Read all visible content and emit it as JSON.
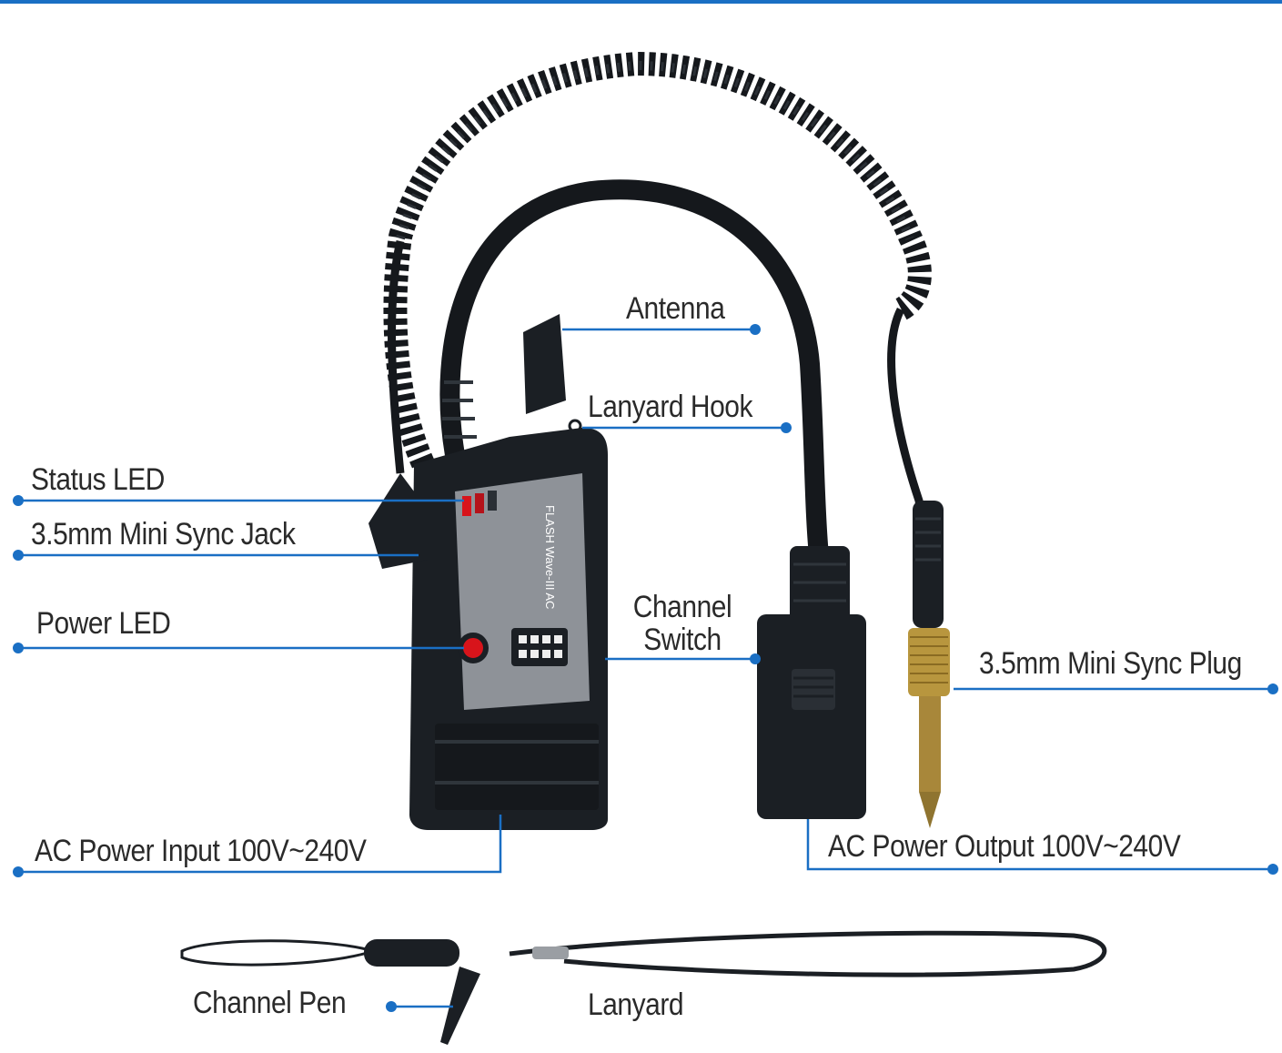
{
  "colors": {
    "accent": "#1a6fc4",
    "device": "#1b1f24",
    "cable": "#15181c",
    "faceplate": "#8e9298",
    "led_red": "#d8141b",
    "brass": "#b8963e"
  },
  "device": {
    "brand_text": "FLASH Wave-III AC"
  },
  "callouts": {
    "antenna": "Antenna",
    "lanyard_hook": "Lanyard Hook",
    "status_led": "Status LED",
    "sync_jack": "3.5mm Mini Sync Jack",
    "power_led": "Power LED",
    "channel_switch_1": "Channel",
    "channel_switch_2": "Switch",
    "sync_plug": "3.5mm Mini Sync Plug",
    "ac_input": "AC Power Input 100V~240V",
    "ac_output": "AC Power Output 100V~240V",
    "channel_pen": "Channel Pen",
    "lanyard": "Lanyard"
  }
}
